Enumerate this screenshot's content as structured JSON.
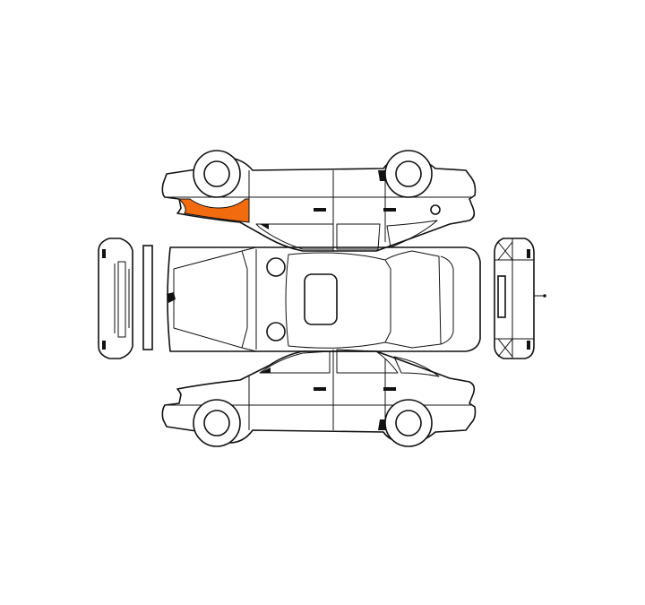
{
  "diagram": {
    "type": "car-damage-inspection-diagram",
    "views": [
      "top-side-view",
      "front-view",
      "top-view",
      "rear-view",
      "bottom-side-view"
    ],
    "highlighted_part": "front-left-fender",
    "colors": {
      "background": "#ffffff",
      "outline": "#111111",
      "highlight": "#f26b0f"
    }
  }
}
